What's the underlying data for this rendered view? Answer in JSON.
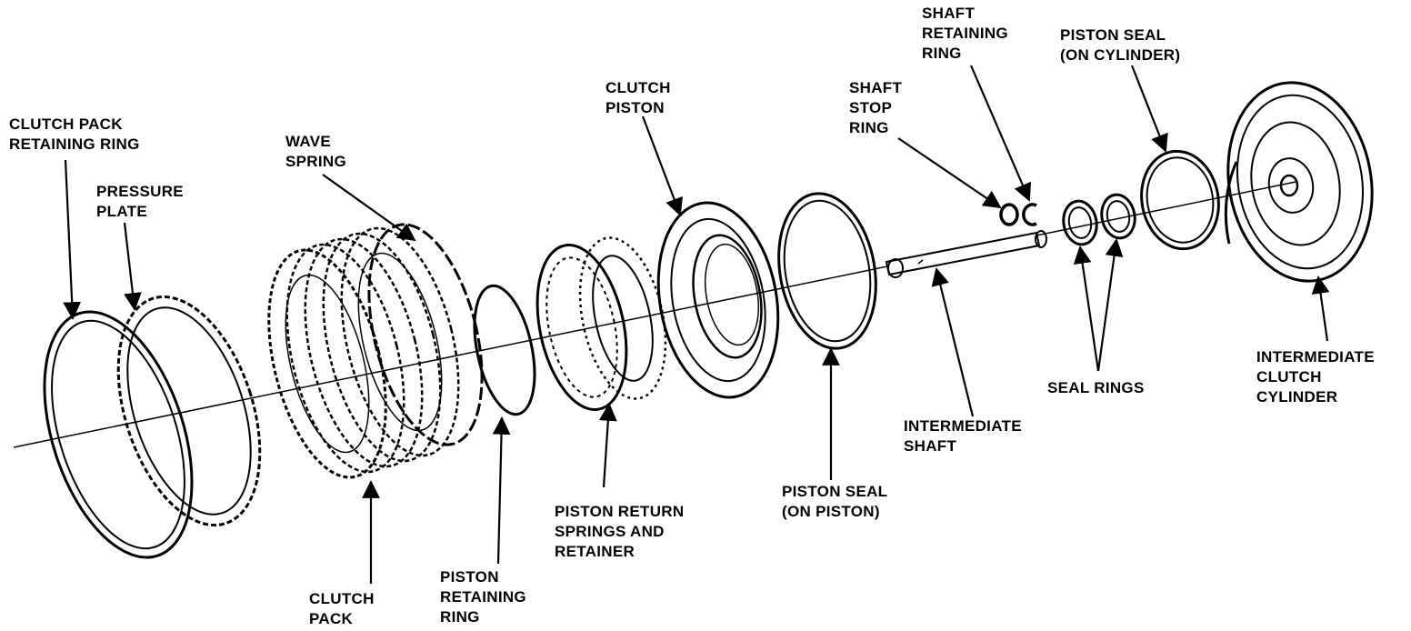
{
  "labels": {
    "clutch_pack_retaining_ring": "CLUTCH PACK\nRETAINING RING",
    "pressure_plate": "PRESSURE\nPLATE",
    "wave_spring": "WAVE\nSPRING",
    "clutch_pack": "CLUTCH\nPACK",
    "piston_retaining_ring": "PISTON\nRETAINING\nRING",
    "piston_return_springs": "PISTON RETURN\nSPRINGS AND\nRETAINER",
    "clutch_piston": "CLUTCH\nPISTON",
    "piston_seal_on_piston": "PISTON SEAL\n(ON PISTON)",
    "shaft_stop_ring": "SHAFT\nSTOP\nRING",
    "shaft_retaining_ring": "SHAFT\nRETAINING\nRING",
    "intermediate_shaft": "INTERMEDIATE\nSHAFT",
    "seal_rings": "SEAL RINGS",
    "piston_seal_on_cylinder": "PISTON SEAL\n(ON CYLINDER)",
    "intermediate_clutch_cylinder": "INTERMEDIATE\nCLUTCH\nCYLINDER"
  },
  "colors": {
    "ink": "#000000",
    "paper": "#ffffff"
  }
}
